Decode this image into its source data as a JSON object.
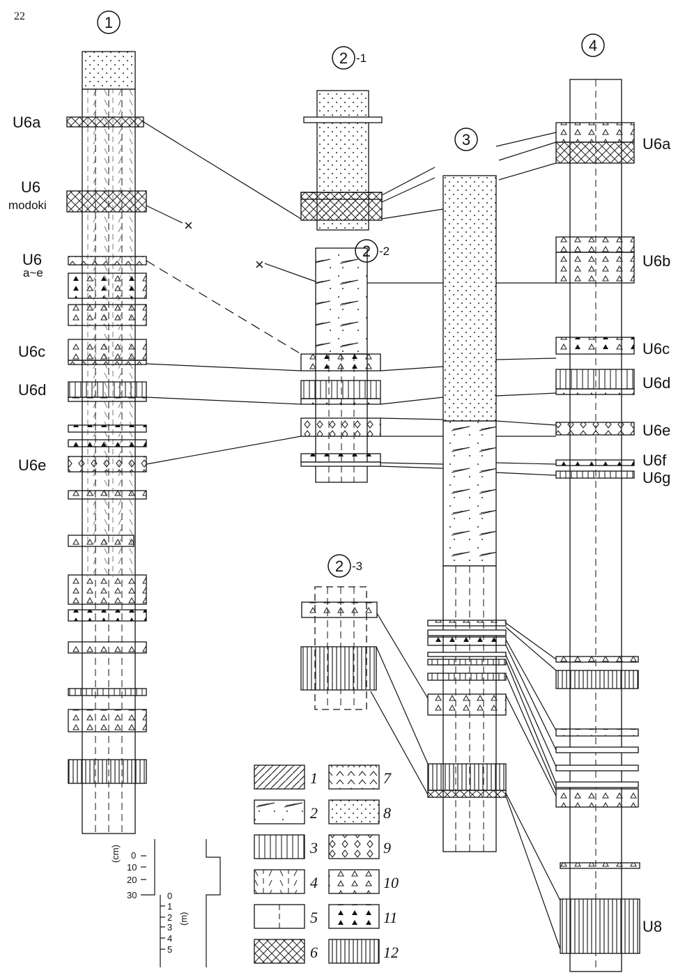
{
  "page_number": "22",
  "columns": {
    "c1": {
      "label": "1"
    },
    "c2_1": {
      "label": "2",
      "suffix": "-1"
    },
    "c2_2": {
      "label": "2",
      "suffix": "-2"
    },
    "c2_3": {
      "label": "2",
      "suffix": "-3"
    },
    "c3": {
      "label": "3"
    },
    "c4": {
      "label": "4"
    }
  },
  "column1_labels": {
    "u6a": "U6a",
    "u6_modoki_1": "U6",
    "u6_modoki_2": "modoki",
    "u6_ae_1": "U6",
    "u6_ae_2": "a~e",
    "u6c": "U6c",
    "u6d": "U6d",
    "u6e": "U6e"
  },
  "column4_labels": {
    "u6a": "U6a",
    "u6b": "U6b",
    "u6c": "U6c",
    "u6d": "U6d",
    "u6e": "U6e",
    "u6f": "U6f",
    "u6g": "U6g",
    "u8": "U8"
  },
  "cross_mark": "×",
  "scale": {
    "cm_label": "(cm)",
    "cm_ticks": [
      "0",
      "10",
      "20",
      "30"
    ],
    "m_label": "(m)",
    "m_ticks": [
      "0",
      "1",
      "2",
      "3",
      "4",
      "5"
    ]
  },
  "legend": [
    {
      "number": "1",
      "pattern": "diagonal-hatch"
    },
    {
      "number": "2",
      "pattern": "cross-laminated-sand"
    },
    {
      "number": "3",
      "pattern": "vertical-lines"
    },
    {
      "number": "4",
      "pattern": "dashed-vertical-radial"
    },
    {
      "number": "5",
      "pattern": "dashed-center-line"
    },
    {
      "number": "6",
      "pattern": "cross-hatch-diamonds"
    },
    {
      "number": "7",
      "pattern": "chevrons"
    },
    {
      "number": "8",
      "pattern": "dots"
    },
    {
      "number": "9",
      "pattern": "diamonds"
    },
    {
      "number": "10",
      "pattern": "open-triangles"
    },
    {
      "number": "11",
      "pattern": "filled-triangles"
    },
    {
      "number": "12",
      "pattern": "dense-vertical-lines"
    }
  ]
}
